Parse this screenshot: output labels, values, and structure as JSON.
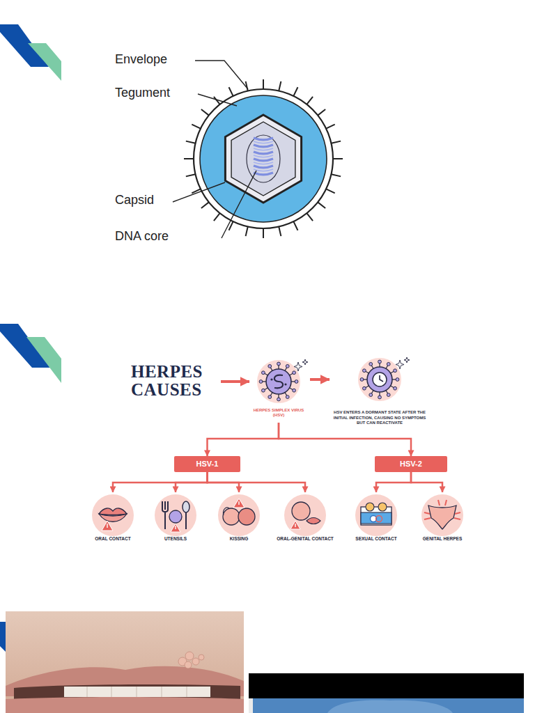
{
  "diagram": {
    "nodes": [
      {
        "text": [
          "HERPES CAUSES"
        ]
      },
      {
        "text": [
          "HERPES SIMPLEX VIRUS (HSV)"
        ]
      },
      {
        "text": [
          "HSV ENTERS A DORMANT STATE AFTER THE INITIAL INFECTION, CAUSING NO SYMPTOMS BUT CAN REACTIVATE"
        ]
      },
      {
        "text": [
          "HSV-1"
        ]
      },
      {
        "text": [
          "HSV-2"
        ]
      },
      {
        "text": [
          "ORAL CONTACT"
        ]
      },
      {
        "text": [
          "UTENSILS"
        ]
      },
      {
        "text": [
          "KISSING"
        ]
      },
      {
        "text": [
          "ORAL-GENITAL CONTACT"
        ]
      },
      {
        "text": [
          "SEXUAL CONTACT"
        ]
      },
      {
        "text": [
          "GENITAL HERPES"
        ]
      }
    ],
    "edges": [
      {
        "from": 0,
        "to": 1,
        "arrow": "to"
      },
      {
        "from": 1,
        "to": 2,
        "arrow": "to"
      },
      {
        "from": 1,
        "to": 3,
        "arrow": "to"
      },
      {
        "from": 1,
        "to": 4,
        "arrow": "to"
      },
      {
        "from": 3,
        "to": 5,
        "arrow": "to"
      },
      {
        "from": 3,
        "to": 6,
        "arrow": "to"
      },
      {
        "from": 3,
        "to": 7,
        "arrow": "to"
      },
      {
        "from": 3,
        "to": 8,
        "arrow": "to"
      },
      {
        "from": 4,
        "to": 9,
        "arrow": "to"
      },
      {
        "from": 4,
        "to": 10,
        "arrow": "to"
      }
    ],
    "labels": [
      "Envelope",
      "Tegument",
      "Capsid",
      "DNA core"
    ]
  }
}
